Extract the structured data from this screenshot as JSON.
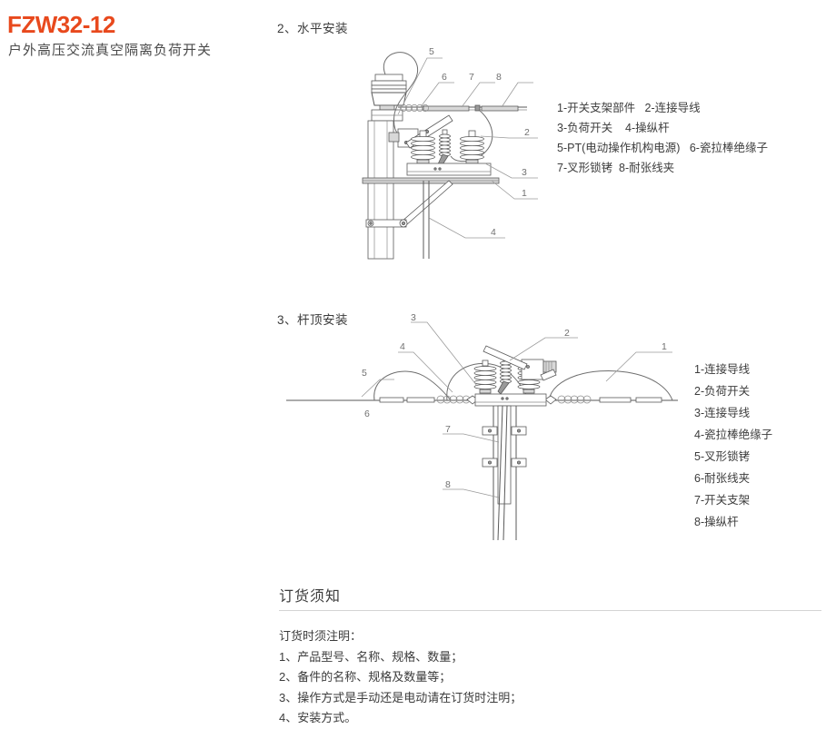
{
  "header": {
    "model": "FZW32-12",
    "product_name": "户外高压交流真空隔离负荷开关",
    "accent_color": "#e8491d"
  },
  "sections": [
    {
      "id": "horizontal-mount",
      "heading": "2、水平安装",
      "legend_title": "",
      "legend_text": "1-开关支架部件   2-连接导线\n3-负荷开关    4-操纵杆\n5-PT(电动操作机构电源)   6-瓷拉棒绝缘子\n7-叉形锁铐  8-耐张线夹",
      "callouts": [
        "1",
        "2",
        "3",
        "4",
        "5",
        "6",
        "7",
        "8"
      ],
      "parts": [
        {
          "no": "1",
          "name": "开关支架部件"
        },
        {
          "no": "2",
          "name": "连接导线"
        },
        {
          "no": "3",
          "name": "负荷开关"
        },
        {
          "no": "4",
          "name": "操纵杆"
        },
        {
          "no": "5",
          "name": "PT(电动操作机构电源)"
        },
        {
          "no": "6",
          "name": "瓷拉棒绝缘子"
        },
        {
          "no": "7",
          "name": "叉形锁铐"
        },
        {
          "no": "8",
          "name": "耐张线夹"
        }
      ]
    },
    {
      "id": "pole-top-mount",
      "heading": "3、杆顶安装",
      "legend_text": "1-连接导线\n2-负荷开关\n3-连接导线\n4-瓷拉棒绝缘子\n5-叉形锁铐\n6-耐张线夹\n7-开关支架\n8-操纵杆",
      "callouts": [
        "1",
        "2",
        "3",
        "4",
        "5",
        "6",
        "7",
        "8"
      ],
      "parts": [
        {
          "no": "1",
          "name": "连接导线"
        },
        {
          "no": "2",
          "name": "负荷开关"
        },
        {
          "no": "3",
          "name": "连接导线"
        },
        {
          "no": "4",
          "name": "瓷拉棒绝缘子"
        },
        {
          "no": "5",
          "name": "叉形锁铐"
        },
        {
          "no": "6",
          "name": "耐张线夹"
        },
        {
          "no": "7",
          "name": "开关支架"
        },
        {
          "no": "8",
          "name": "操纵杆"
        }
      ]
    }
  ],
  "ordering": {
    "heading": "订货须知",
    "intro": "订货时须注明：",
    "items": [
      "1、产品型号、名称、规格、数量；",
      "2、备件的名称、规格及数量等；",
      "3、操作方式是手动还是电动请在订货时注明；",
      "4、安装方式。"
    ],
    "body_text": "订货时须注明：\n1、产品型号、名称、规格、数量；\n2、备件的名称、规格及数量等；\n3、操作方式是手动还是电动请在订货时注明；\n4、安装方式。"
  }
}
